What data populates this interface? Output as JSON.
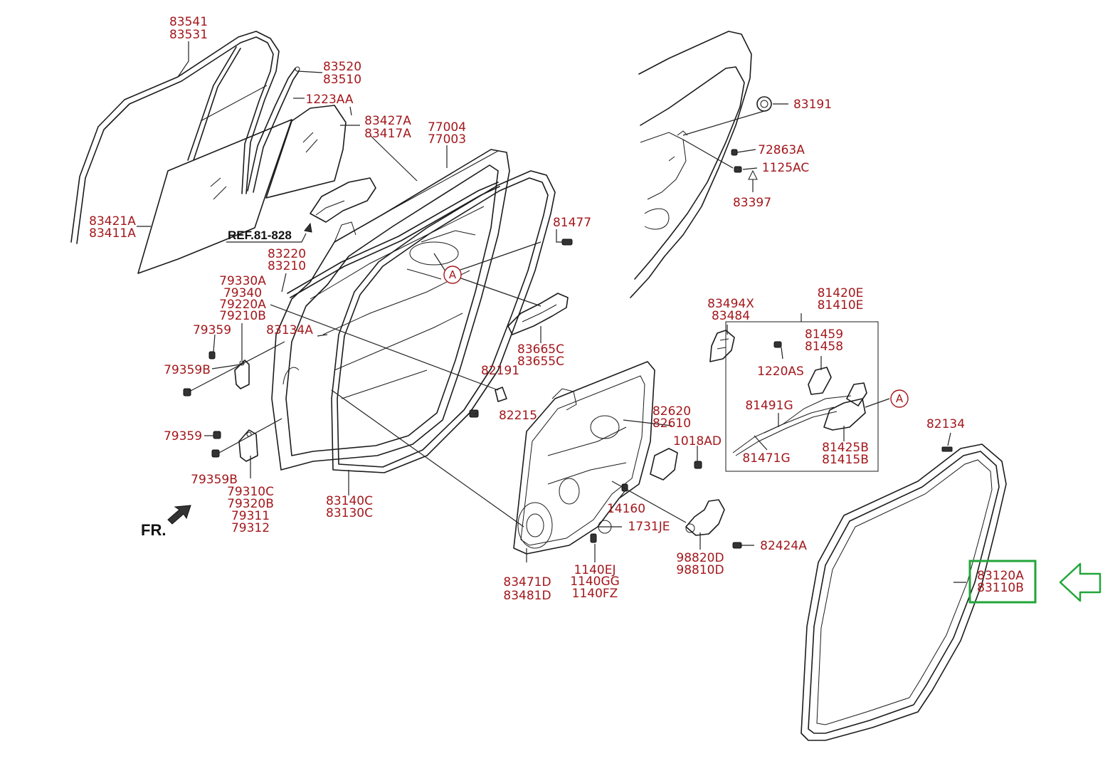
{
  "diagram": {
    "reference": "REF.81-828",
    "front_marker": "FR.",
    "callout_letter": "A",
    "highlight_color": "#22a53a",
    "label_color": "#a3171c",
    "parts": {
      "glass_run_outer": [
        "83541",
        "83531"
      ],
      "channel_assy": [
        "83520",
        "83510"
      ],
      "screw_1223aa": [
        "1223AA"
      ],
      "quarter_glass": [
        "83427A",
        "83417A"
      ],
      "door_panel_assy": [
        "77004",
        "77003"
      ],
      "door_glass": [
        "83421A",
        "83411A"
      ],
      "belt_moulding": [
        "83220",
        "83210"
      ],
      "bolt_81477": [
        "81477"
      ],
      "hinge_upper": [
        "79330A",
        "79340",
        "79220A",
        "79210B"
      ],
      "bolt_79359_upper": [
        "79359"
      ],
      "bolt_79359b_upper": [
        "79359B"
      ],
      "sash_83134a": [
        "83134A"
      ],
      "outside_handle": [
        "83665C",
        "83655C"
      ],
      "bumper_82191": [
        "82191"
      ],
      "bumper_82215": [
        "82215"
      ],
      "bolt_79359_lower": [
        "79359"
      ],
      "bolt_79359b_lower": [
        "79359B"
      ],
      "hinge_lower": [
        "79310C",
        "79320B",
        "79311",
        "79312"
      ],
      "weatherstrip_body": [
        "83140C",
        "83130C"
      ],
      "inside_handle": [
        "82620",
        "82610"
      ],
      "screw_1018ad": [
        "1018AD"
      ],
      "screw_14160": [
        "14160"
      ],
      "plug_1731je": [
        "1731JE"
      ],
      "module_panel": [
        "83471D",
        "83481D"
      ],
      "bolts_1140": [
        "1140EJ",
        "1140GG",
        "1140FZ"
      ],
      "regulator_motor": [
        "98820D",
        "98810D"
      ],
      "bolt_82424a": [
        "82424A"
      ],
      "grommet_83191": [
        "83191"
      ],
      "clip_72863a": [
        "72863A"
      ],
      "screw_1125ac": [
        "1125AC"
      ],
      "pad_83397": [
        "83397"
      ],
      "bracket_83494x": [
        "83494X",
        "83484"
      ],
      "latch_assy": [
        "81420E",
        "81410E"
      ],
      "striker_81459": [
        "81459",
        "81458"
      ],
      "screw_1220as": [
        "1220AS"
      ],
      "cable_81491g": [
        "81491G"
      ],
      "cable_81471g": [
        "81471G"
      ],
      "latch_81425b": [
        "81425B",
        "81415B"
      ],
      "clip_82134": [
        "82134"
      ],
      "door_weatherstrip": [
        "83120A",
        "83110B"
      ]
    }
  }
}
